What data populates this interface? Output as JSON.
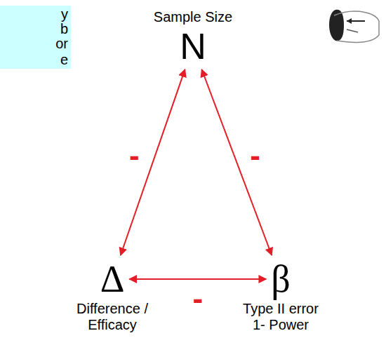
{
  "diagram": {
    "nodes": [
      {
        "text": [
          "Sample Size",
          "N"
        ]
      },
      {
        "text": [
          "Δ",
          "Difference / Efficacy"
        ]
      },
      {
        "text": [
          "β",
          "Type II error",
          "1- Power"
        ]
      }
    ],
    "edges": [
      {
        "from": 0,
        "to": 1,
        "arrow": "both",
        "label": "-"
      },
      {
        "from": 0,
        "to": 2,
        "arrow": "both",
        "label": "-"
      },
      {
        "from": 1,
        "to": 2,
        "arrow": "both",
        "label": "-"
      }
    ],
    "labels": [
      "y",
      "b",
      "or",
      "e"
    ]
  }
}
